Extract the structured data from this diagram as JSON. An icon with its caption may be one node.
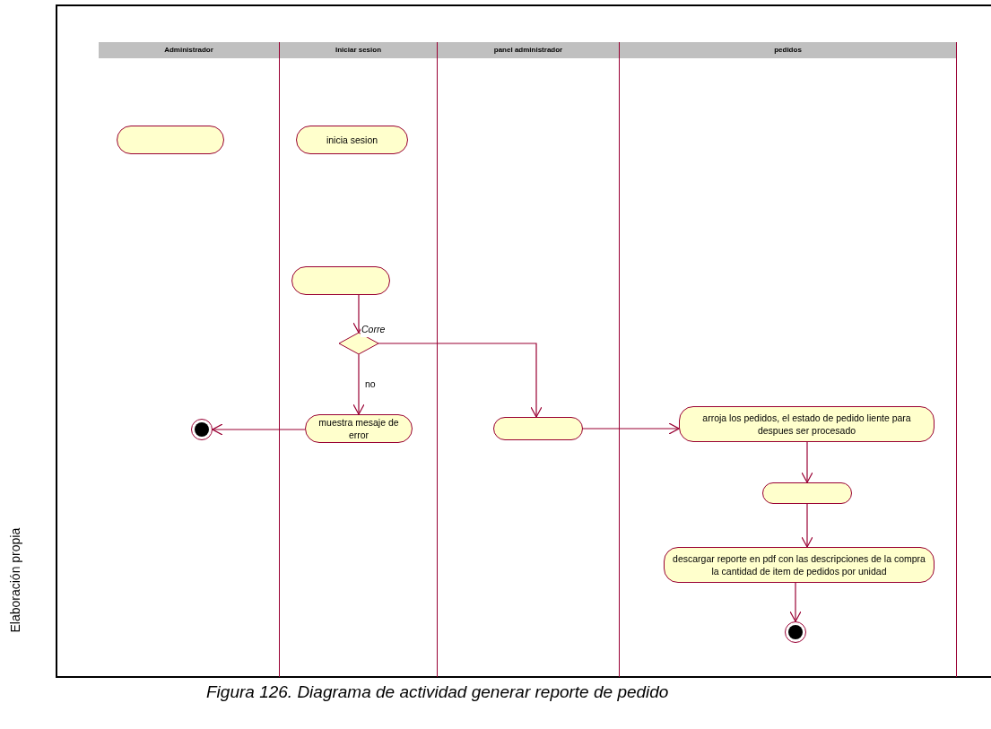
{
  "diagram": {
    "caption": "Figura 126. Diagrama de actividad generar reporte de pedido",
    "nodes": [
      {
        "text": [
          "Administrador"
        ]
      },
      {
        "text": [
          "Iniciar sesion"
        ]
      },
      {
        "text": [
          "panel administrador"
        ]
      },
      {
        "text": [
          "pedidos"
        ]
      },
      {
        "text": [],
        "shape": "box",
        "in": 0
      },
      {
        "text": [
          "inicia sesion"
        ],
        "in": 1
      },
      {
        "text": [],
        "shape": "box",
        "in": 1
      },
      {
        "text": [],
        "shape": "diamond",
        "in": 1
      },
      {
        "text": [],
        "shape": "box",
        "in": 2
      },
      {
        "text": [
          "arroja los pedidos, el estado de pedido liente para despues ser procesado"
        ],
        "in": 3
      },
      {
        "text": [],
        "shape": "box",
        "in": 3
      },
      {
        "text": [
          "descargar reporte en pdf con las descripciones de la compra la cantidad de item de  pedidos por unidad"
        ],
        "in": 3
      },
      {
        "text": [
          "muestra mesaje de error"
        ],
        "in": 1
      },
      {
        "text": [],
        "shape": "circle",
        "in": 0
      },
      {
        "text": [],
        "shape": "circle",
        "in": 3
      }
    ],
    "edges": [
      {
        "from": 6,
        "to": 7,
        "arrow": "to"
      },
      {
        "from": 7,
        "to": 12,
        "arrow": "to",
        "label": "no"
      },
      {
        "from": 7,
        "to": 8,
        "arrow": "to",
        "label": "Corre"
      },
      {
        "from": 8,
        "to": 9,
        "arrow": "to"
      },
      {
        "from": 9,
        "to": 10,
        "arrow": "to"
      },
      {
        "from": 10,
        "to": 11,
        "arrow": "to"
      },
      {
        "from": 11,
        "to": 14,
        "arrow": "to"
      },
      {
        "from": 12,
        "to": 13,
        "arrow": "to"
      }
    ],
    "labels": [
      "Elaboración propia"
    ]
  }
}
